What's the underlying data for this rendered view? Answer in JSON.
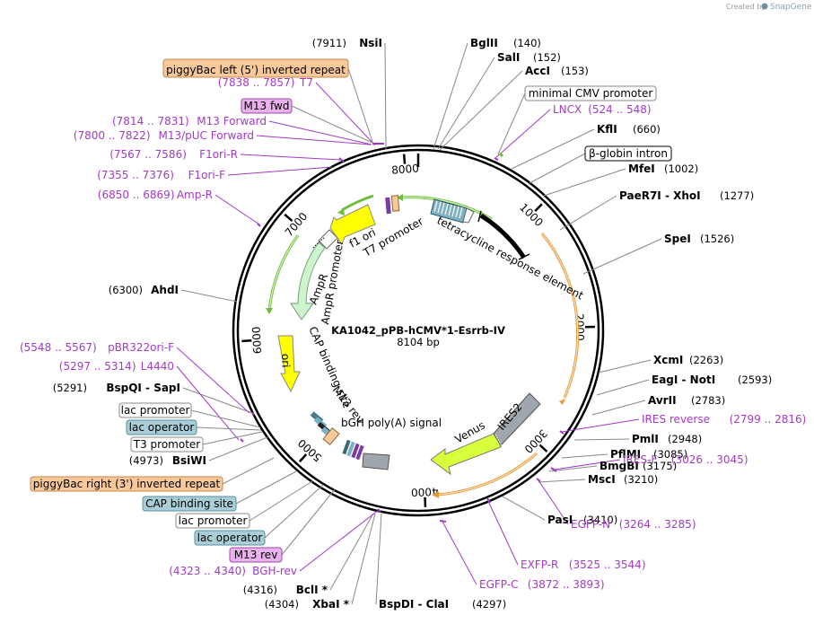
{
  "credit": {
    "prefix": "Created by",
    "brand": "SnapGene"
  },
  "plasmid": {
    "name": "KA1042_pPB-hCMV*1-Esrrb-IV",
    "size": "8104 bp",
    "length": 8104
  },
  "ruler_ticks": [
    "1000",
    "2000",
    "3000",
    "4000",
    "5000",
    "6000",
    "7000",
    "8000"
  ],
  "sites": [
    {
      "pos": "(7911)",
      "name": "NsiI",
      "side": "L"
    },
    {
      "pos": "(140)",
      "name": "BglII",
      "side": "R"
    },
    {
      "pos": "(152)",
      "name": "SalI",
      "side": "R"
    },
    {
      "pos": "(153)",
      "name": "AccI",
      "side": "R"
    },
    {
      "pos": "(660)",
      "name": "KflI",
      "side": "R"
    },
    {
      "pos": "(1002)",
      "name": "MfeI",
      "side": "R"
    },
    {
      "pos": "(1277)",
      "name": "PaeR7I - XhoI",
      "side": "R"
    },
    {
      "pos": "(1526)",
      "name": "SpeI",
      "side": "R"
    },
    {
      "pos": "(2263)",
      "name": "XcmI",
      "side": "R"
    },
    {
      "pos": "(2593)",
      "name": "EagI - NotI",
      "side": "R"
    },
    {
      "pos": "(2783)",
      "name": "AvrII",
      "side": "R"
    },
    {
      "pos": "(2948)",
      "name": "PmlI",
      "side": "R"
    },
    {
      "pos": "(3085)",
      "name": "PflMI",
      "side": "R"
    },
    {
      "pos": "(3175)",
      "name": "BmgBI",
      "side": "R"
    },
    {
      "pos": "(3210)",
      "name": "MscI",
      "side": "R"
    },
    {
      "pos": "(3410)",
      "name": "PasI",
      "side": "R"
    },
    {
      "pos": "(4297)",
      "name": "BspDI - ClaI",
      "side": "R"
    },
    {
      "pos": "(4304)",
      "name": "XbaI *",
      "side": "L"
    },
    {
      "pos": "(4316)",
      "name": "BclI *",
      "side": "L"
    },
    {
      "pos": "(4973)",
      "name": "BsiWI",
      "side": "L"
    },
    {
      "pos": "(5291)",
      "name": "BspQI - SapI",
      "side": "L"
    },
    {
      "pos": "(6300)",
      "name": "AhdI",
      "side": "L"
    }
  ],
  "primers": [
    {
      "range": "(7838 .. 7857)",
      "name": "T7",
      "side": "L"
    },
    {
      "range": "(7814 .. 7831)",
      "name": "M13 Forward",
      "side": "L"
    },
    {
      "range": "(7800 .. 7822)",
      "name": "M13/pUC Forward",
      "side": "L"
    },
    {
      "range": "(7567 .. 7586)",
      "name": "F1ori-R",
      "side": "L"
    },
    {
      "range": "(7355 .. 7376)",
      "name": "F1ori-F",
      "side": "L"
    },
    {
      "range": "(6850 .. 6869)",
      "name": "Amp-R",
      "side": "L"
    },
    {
      "range": "(5548 .. 5567)",
      "name": "pBR322ori-F",
      "side": "L"
    },
    {
      "range": "(5297 .. 5314)",
      "name": "L4440",
      "side": "L"
    },
    {
      "range": "(4323 .. 4340)",
      "name": "BGH-rev",
      "side": "L"
    },
    {
      "range": "(524 .. 548)",
      "name": "LNCX",
      "side": "R"
    },
    {
      "range": "(2799 .. 2816)",
      "name": "IRES reverse",
      "side": "R"
    },
    {
      "range": "(3026 .. 3045)",
      "name": "IRES-F",
      "side": "R"
    },
    {
      "range": "(3264 .. 3285)",
      "name": "EGFP-N",
      "side": "R"
    },
    {
      "range": "(3525 .. 3544)",
      "name": "EXFP-R",
      "side": "R"
    },
    {
      "range": "(3872 .. 3893)",
      "name": "EGFP-C",
      "side": "R"
    }
  ],
  "feature_boxes": [
    {
      "label": "piggyBac left (5') inverted repeat",
      "fill": "#f6c89a",
      "stroke": "#c8874a"
    },
    {
      "label": "M13 fwd",
      "fill": "#e9b2ec",
      "stroke": "#9a4aa8"
    },
    {
      "label": "minimal CMV promoter",
      "fill": "#ffffff",
      "stroke": "#888888"
    },
    {
      "label": "β-globin intron",
      "fill": "#ffffff",
      "stroke": "#000000"
    },
    {
      "label": "lac promoter",
      "fill": "#ffffff",
      "stroke": "#888888"
    },
    {
      "label": "lac operator",
      "fill": "#a9ced8",
      "stroke": "#5a8c9c"
    },
    {
      "label": "T3 promoter",
      "fill": "#ffffff",
      "stroke": "#888888"
    },
    {
      "label": "piggyBac right (3') inverted repeat",
      "fill": "#f6c89a",
      "stroke": "#c8874a"
    },
    {
      "label": "CAP binding site",
      "fill": "#a9ced8",
      "stroke": "#5a8c9c"
    },
    {
      "label": "lac promoter",
      "fill": "#ffffff",
      "stroke": "#888888"
    },
    {
      "label": "lac operator",
      "fill": "#a9ced8",
      "stroke": "#5a8c9c"
    },
    {
      "label": "M13 rev",
      "fill": "#e9b2ec",
      "stroke": "#9a4aa8"
    }
  ],
  "inner_labels": [
    "tetracycline response element",
    "f1 ori",
    "T7 promoter",
    "AmpR",
    "AmpR promoter",
    "ori",
    "CAP binding site",
    "M13 rev",
    "bGH poly(A) signal",
    "Venus",
    "IRES2"
  ],
  "colors": {
    "primer": "#a23ac6",
    "ring": "#000000",
    "ampr": "#ccf5cc",
    "ori": "#ffff00",
    "f1ori": "#ffff33",
    "venus": "#d7ff3c",
    "ires": "#a0a6ad",
    "leader_green": "#6fbe3a",
    "leader_orange": "#e49a3c"
  }
}
